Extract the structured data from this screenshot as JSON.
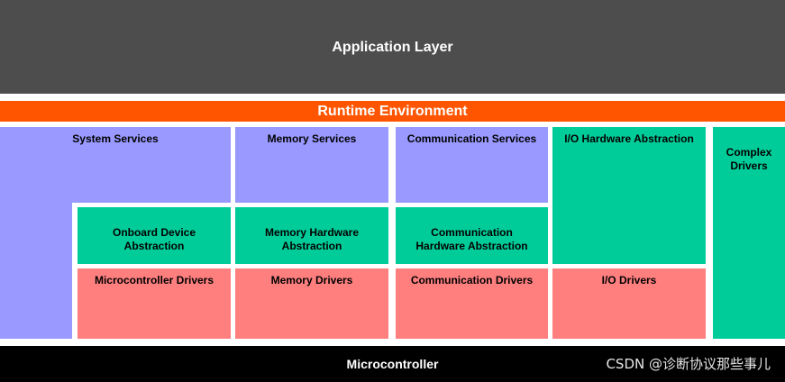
{
  "layers": {
    "application": "Application Layer",
    "runtime": "Runtime Environment",
    "microcontroller": "Microcontroller"
  },
  "services": {
    "system": "System Services",
    "memory": "Memory Services",
    "communication": "Communication Services",
    "io_hw_abstraction": "I/O Hardware Abstraction",
    "complex_drivers": "Complex\nDrivers"
  },
  "abstraction": {
    "onboard": "Onboard Device\nAbstraction",
    "memory_hw": "Memory Hardware\nAbstraction",
    "communication_hw": "Communication\nHardware Abstraction"
  },
  "drivers": {
    "microcontroller": "Microcontroller Drivers",
    "memory": "Memory Drivers",
    "communication": "Communication Drivers",
    "io": "I/O Drivers"
  },
  "watermark": "CSDN @诊断协议那些事儿",
  "colors": {
    "application": "#4d4d4d",
    "runtime": "#ff5500",
    "services": "#9999ff",
    "abstraction": "#00cc99",
    "drivers": "#ff7f7f",
    "microcontroller": "#000000"
  }
}
